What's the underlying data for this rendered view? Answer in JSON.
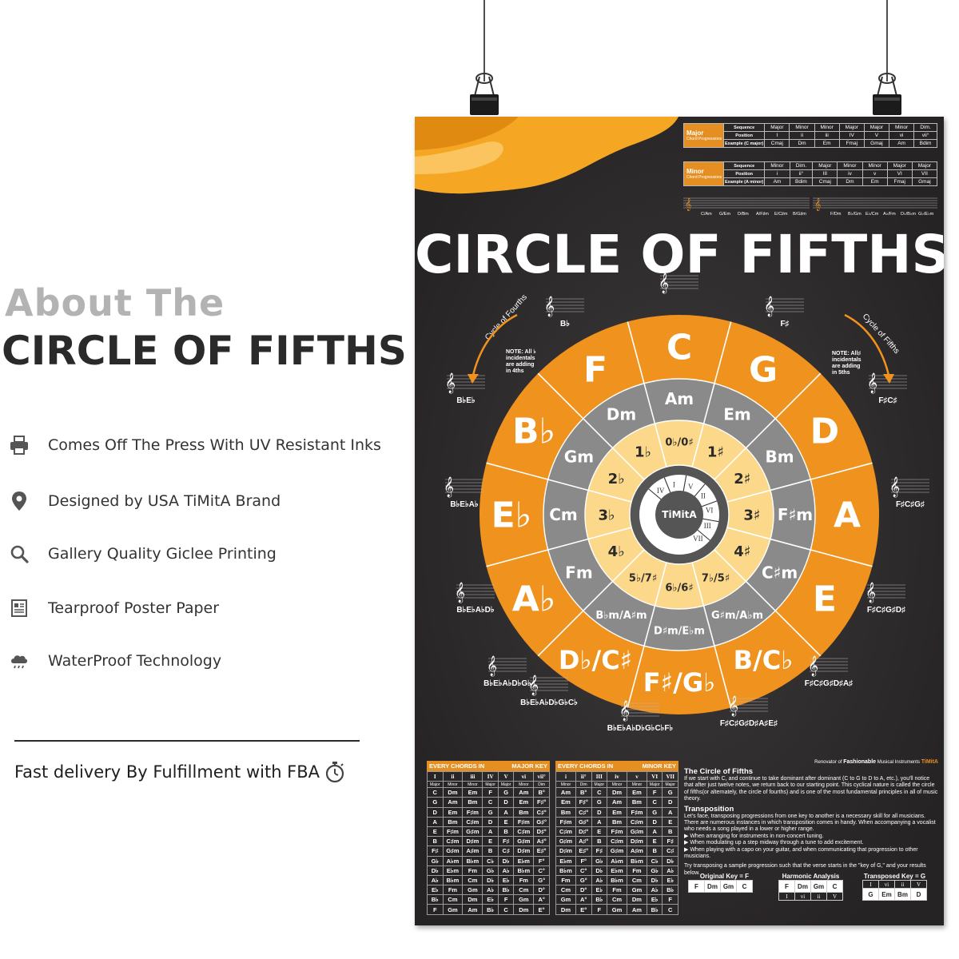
{
  "left_panel": {
    "heading_small": "About The",
    "heading_big": "CIRCLE OF FIFTHS",
    "features": [
      {
        "icon": "printer-icon",
        "label": "Comes Off The Press With UV Resistant Inks"
      },
      {
        "icon": "location-pin-icon",
        "label": "Designed by USA TiMitA Brand"
      },
      {
        "icon": "magnifier-icon",
        "label": "Gallery Quality Giclee Printing"
      },
      {
        "icon": "document-icon",
        "label": "Tearproof Poster Paper"
      },
      {
        "icon": "rain-cloud-icon",
        "label": "WaterProof Technology"
      }
    ],
    "delivery": "Fast delivery By Fulfillment with FBA",
    "delivery_icon": "stopwatch-icon"
  },
  "poster": {
    "title": "CIRCLE OF FIFTHS",
    "brand": "TiMitA",
    "colors": {
      "background": "#2f2b2c",
      "orange": "#f0921e",
      "gray": "#8a8a8a",
      "light": "#fcd88a",
      "center": "#555555"
    },
    "major_progression": {
      "label": "Major",
      "sub": "Chord Progressions",
      "rows": [
        [
          "Sequence",
          "Major",
          "Minor",
          "Minor",
          "Major",
          "Major",
          "Minor",
          "Dim."
        ],
        [
          "Position",
          "I",
          "ii",
          "iii",
          "IV",
          "V",
          "vi",
          "vii°"
        ],
        [
          "Example (C major)",
          "Cmaj",
          "Dm",
          "Em",
          "Fmaj",
          "Gmaj",
          "Am",
          "Bdim"
        ]
      ]
    },
    "minor_progression": {
      "label": "Minor",
      "sub": "Chord Progressions",
      "rows": [
        [
          "Sequence",
          "Minor",
          "Dim.",
          "Major",
          "Minor",
          "Minor",
          "Major",
          "Major"
        ],
        [
          "Position",
          "i",
          "ii°",
          "III",
          "iv",
          "v",
          "VI",
          "VII"
        ],
        [
          "Example (A minor)",
          "Am",
          "Bdim",
          "Cmaj",
          "Dm",
          "Em",
          "Fmaj",
          "Gmaj"
        ]
      ]
    },
    "staff_labels_left": [
      "C/Am",
      "G/Em",
      "D/Bm",
      "A/F♯m",
      "E/C♯m",
      "B/G♯m"
    ],
    "staff_labels_right": [
      "F/Dm",
      "B♭/Gm",
      "E♭/Cm",
      "A♭/Fm",
      "D♭/B♭m",
      "G♭/E♭m"
    ],
    "cycle_fourths": "Cycle of Fourths",
    "cycle_fifths": "Cycle of Fifths",
    "note_left": [
      "NOTE: All ♭",
      "incidentals",
      "are adding",
      "in 4ths"
    ],
    "note_right": [
      "NOTE: All♯",
      "incidentals",
      "are adding",
      "in 5ths"
    ],
    "outer_keys": [
      "C",
      "G",
      "D",
      "A",
      "E",
      "B/C♭",
      "F♯/G♭",
      "D♭/C♯",
      "A♭",
      "E♭",
      "B♭",
      "F"
    ],
    "minor_keys": [
      "Am",
      "Em",
      "Bm",
      "F♯m",
      "C♯m",
      "G♯m/A♭m",
      "D♯m/E♭m",
      "B♭m/A♯m",
      "Fm",
      "Cm",
      "Gm",
      "Dm"
    ],
    "accidentals": [
      "0♭/0♯",
      "1♯",
      "2♯",
      "3♯",
      "4♯",
      "7♭/5♯",
      "6♭/6♯",
      "5♭/7♯",
      "4♭",
      "3♭",
      "2♭",
      "1♭"
    ],
    "romans": [
      "I",
      "V",
      "II",
      "VI",
      "III",
      "VII",
      "IV"
    ],
    "signatures": [
      "",
      "F♯",
      "F♯C♯",
      "F♯C♯G♯",
      "F♯C♯G♯D♯",
      "F♯C♯G♯D♯A♯",
      "F♯C♯G♯D♯A♯E♯",
      "B♭E♭A♭D♭G♭C♭F♭",
      "B♭E♭A♭D♭G♭C♭",
      "B♭E♭A♭D♭G♭",
      "B♭E♭A♭D♭",
      "B♭E♭A♭",
      "B♭E♭",
      "B♭"
    ],
    "major_table": {
      "title": "EVERY CHORDS IN",
      "key": "MAJOR KEY",
      "head": [
        "I",
        "ii",
        "iii",
        "IV",
        "V",
        "vi",
        "vii°"
      ],
      "quality": [
        "Major",
        "Minor",
        "Minor",
        "Major",
        "Major",
        "Minor",
        "Dim"
      ],
      "rows": [
        [
          "C",
          "Dm",
          "Em",
          "F",
          "G",
          "Am",
          "B°"
        ],
        [
          "G",
          "Am",
          "Bm",
          "C",
          "D",
          "Em",
          "F♯°"
        ],
        [
          "D",
          "Em",
          "F♯m",
          "G",
          "A",
          "Bm",
          "C♯°"
        ],
        [
          "A",
          "Bm",
          "C♯m",
          "D",
          "E",
          "F♯m",
          "G♯°"
        ],
        [
          "E",
          "F♯m",
          "G♯m",
          "A",
          "B",
          "C♯m",
          "D♯°"
        ],
        [
          "B",
          "C♯m",
          "D♯m",
          "E",
          "F♯",
          "G♯m",
          "A♯°"
        ],
        [
          "F♯",
          "G♯m",
          "A♯m",
          "B",
          "C♯",
          "D♯m",
          "E♯°"
        ],
        [
          "G♭",
          "A♭m",
          "B♭m",
          "C♭",
          "D♭",
          "E♭m",
          "F°"
        ],
        [
          "D♭",
          "E♭m",
          "Fm",
          "G♭",
          "A♭",
          "B♭m",
          "C°"
        ],
        [
          "A♭",
          "B♭m",
          "Cm",
          "D♭",
          "E♭",
          "Fm",
          "G°"
        ],
        [
          "E♭",
          "Fm",
          "Gm",
          "A♭",
          "B♭",
          "Cm",
          "D°"
        ],
        [
          "B♭",
          "Cm",
          "Dm",
          "E♭",
          "F",
          "Gm",
          "A°"
        ],
        [
          "F",
          "Gm",
          "Am",
          "B♭",
          "C",
          "Dm",
          "E°"
        ]
      ]
    },
    "minor_table": {
      "title": "EVERY CHORDS IN",
      "key": "MINOR KEY",
      "head": [
        "i",
        "ii°",
        "III",
        "iv",
        "v",
        "VI",
        "VII"
      ],
      "quality": [
        "Minor",
        "Dim",
        "Major",
        "Minor",
        "Minor",
        "Major",
        "Major"
      ],
      "rows": [
        [
          "Am",
          "B°",
          "C",
          "Dm",
          "Em",
          "F",
          "G"
        ],
        [
          "Em",
          "F♯°",
          "G",
          "Am",
          "Bm",
          "C",
          "D"
        ],
        [
          "Bm",
          "C♯°",
          "D",
          "Em",
          "F♯m",
          "G",
          "A"
        ],
        [
          "F♯m",
          "G♯°",
          "A",
          "Bm",
          "C♯m",
          "D",
          "E"
        ],
        [
          "C♯m",
          "D♯°",
          "E",
          "F♯m",
          "G♯m",
          "A",
          "B"
        ],
        [
          "G♯m",
          "A♯°",
          "B",
          "C♯m",
          "D♯m",
          "E",
          "F♯"
        ],
        [
          "D♯m",
          "E♯°",
          "F♯",
          "G♯m",
          "A♯m",
          "B",
          "C♯"
        ],
        [
          "E♭m",
          "F°",
          "G♭",
          "A♭m",
          "B♭m",
          "C♭",
          "D♭"
        ],
        [
          "B♭m",
          "C°",
          "D♭",
          "E♭m",
          "Fm",
          "G♭",
          "A♭"
        ],
        [
          "Fm",
          "G°",
          "A♭",
          "B♭m",
          "Cm",
          "D♭",
          "E♭"
        ],
        [
          "Cm",
          "D°",
          "E♭",
          "Fm",
          "Gm",
          "A♭",
          "B♭"
        ],
        [
          "Gm",
          "A°",
          "B♭",
          "Cm",
          "Dm",
          "E♭",
          "F"
        ],
        [
          "Dm",
          "E°",
          "F",
          "Gm",
          "Am",
          "B♭",
          "C"
        ]
      ]
    },
    "text": {
      "brand_line_a": "Renovator of",
      "brand_line_b": "Fashionable",
      "brand_line_c": "Musical Instruments",
      "h_circle": "The Circle of Fifths",
      "p_circle": "If we start with C, and continue to take dominant after dominant (C to G to D to A, etc.), you'll notice that after just twelve notes, we return back to our starting point. This cyclical nature is called the circle of fifths(or alternately, the circle of fourths) and is one of the most fundamental principles in all of music theory.",
      "h_trans": "Transposition",
      "p_trans": "Let's face, transposing progressions from one key to another is a necessary skill for all musicians. There are numerous instances in which transposition comes in handy. When accompanying a vocalist who needs a song played in a lower or higher range.",
      "bullets": [
        "▶ When arranging for instruments in non-concert tuning.",
        "▶ When modulating up a step midway through a tune to add excitement.",
        "▶ When playing with a capo on your guitar, and when communicating that progression to other musicians."
      ],
      "p_try": "Try transposing a sample progression such that the verse starts in the \"key of G,\" and your results below."
    },
    "original_key": {
      "label": "Original Key = F",
      "chords": [
        "F",
        "Dm",
        "Gm",
        "C"
      ]
    },
    "harmonic": {
      "label": "Harmonic Analysis",
      "chords": [
        "F",
        "Dm",
        "Gm",
        "C"
      ],
      "romans": [
        "I",
        "vi",
        "ii",
        "V"
      ]
    },
    "transposed": {
      "label": "Transposed Key = G",
      "romans": [
        "I",
        "vi",
        "ii",
        "V"
      ],
      "chords": [
        "G",
        "Em",
        "Bm",
        "D"
      ]
    }
  }
}
